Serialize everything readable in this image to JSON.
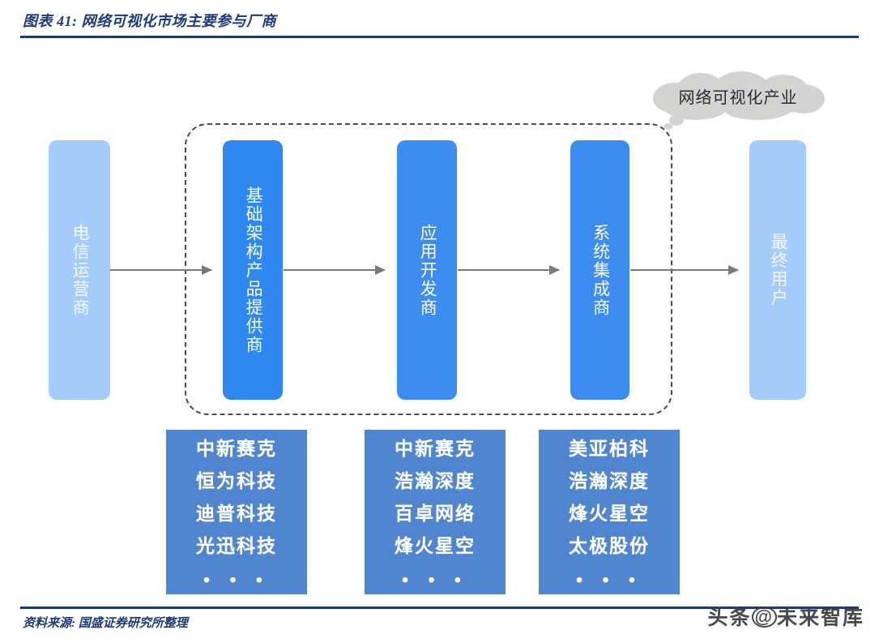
{
  "header": {
    "title": "图表 41: 网络可视化市场主要参与厂商"
  },
  "footer": {
    "source": "资料来源: 国盛证券研究所整理",
    "watermark_left": "头条",
    "watermark_at": "@",
    "watermark_right": "未来智库"
  },
  "diagram": {
    "cloud_label": "网络可视化产业",
    "chain": [
      {
        "label": "电信运营商",
        "color": "#a5cdfb",
        "type": "light"
      },
      {
        "label": "基础架构产品提供商",
        "color": "#2f88f0",
        "type": "solid"
      },
      {
        "label": "应用开发商",
        "color": "#3d8cf0",
        "type": "solid"
      },
      {
        "label": "系统集成商",
        "color": "#3d8cf0",
        "type": "solid"
      },
      {
        "label": "最终用户",
        "color": "#a5cdfb",
        "type": "light"
      }
    ],
    "arrow_color": "#7a7a7a",
    "dashed_zone_color": "#4a4a4a",
    "company_groups": [
      {
        "for": "基础架构产品提供商",
        "companies": [
          "中新赛克",
          "恒为科技",
          "迪普科技",
          "光迅科技"
        ],
        "more": "• • •"
      },
      {
        "for": "应用开发商",
        "companies": [
          "中新赛克",
          "浩瀚深度",
          "百卓网络",
          "烽火星空"
        ],
        "more": "• • •"
      },
      {
        "for": "系统集成商",
        "companies": [
          "美亚柏科",
          "浩瀚深度",
          "烽火星空",
          "太极股份"
        ],
        "more": "• • •"
      }
    ],
    "company_box_color": "#5086d0"
  },
  "colors": {
    "brand_navy": "#1f3c7a",
    "accent_blue": "#3d8cf0",
    "light_blue": "#a5cdfb",
    "cloud_gray": "#d3d3d1"
  }
}
